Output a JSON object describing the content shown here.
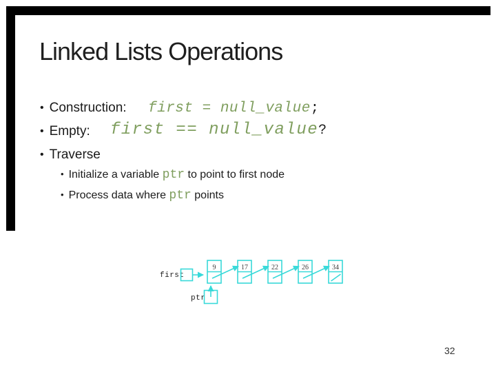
{
  "slide": {
    "title": "Linked Lists Operations",
    "page_number": "32",
    "bullet_char": "•"
  },
  "colors": {
    "frame_black": "#000000",
    "code_green": "#7f9e5e",
    "diagram_cyan": "#38d9d9"
  },
  "bullets": [
    {
      "label": "Construction:",
      "code": "first = null_value",
      "suffix": ";"
    },
    {
      "label": "Empty:",
      "code": "first == null_value",
      "suffix": "?"
    },
    {
      "label": "Traverse"
    }
  ],
  "sub_bullets": [
    {
      "pre": "Initialize a variable ",
      "code": "ptr",
      "post": " to point to first node"
    },
    {
      "pre": "Process data where ",
      "code": "ptr",
      "post": " points"
    }
  ],
  "diagram": {
    "first_label": "first",
    "ptr_label": "ptr",
    "nodes": [
      {
        "value": "9"
      },
      {
        "value": "17"
      },
      {
        "value": "22"
      },
      {
        "value": "26"
      },
      {
        "value": "34"
      }
    ]
  }
}
